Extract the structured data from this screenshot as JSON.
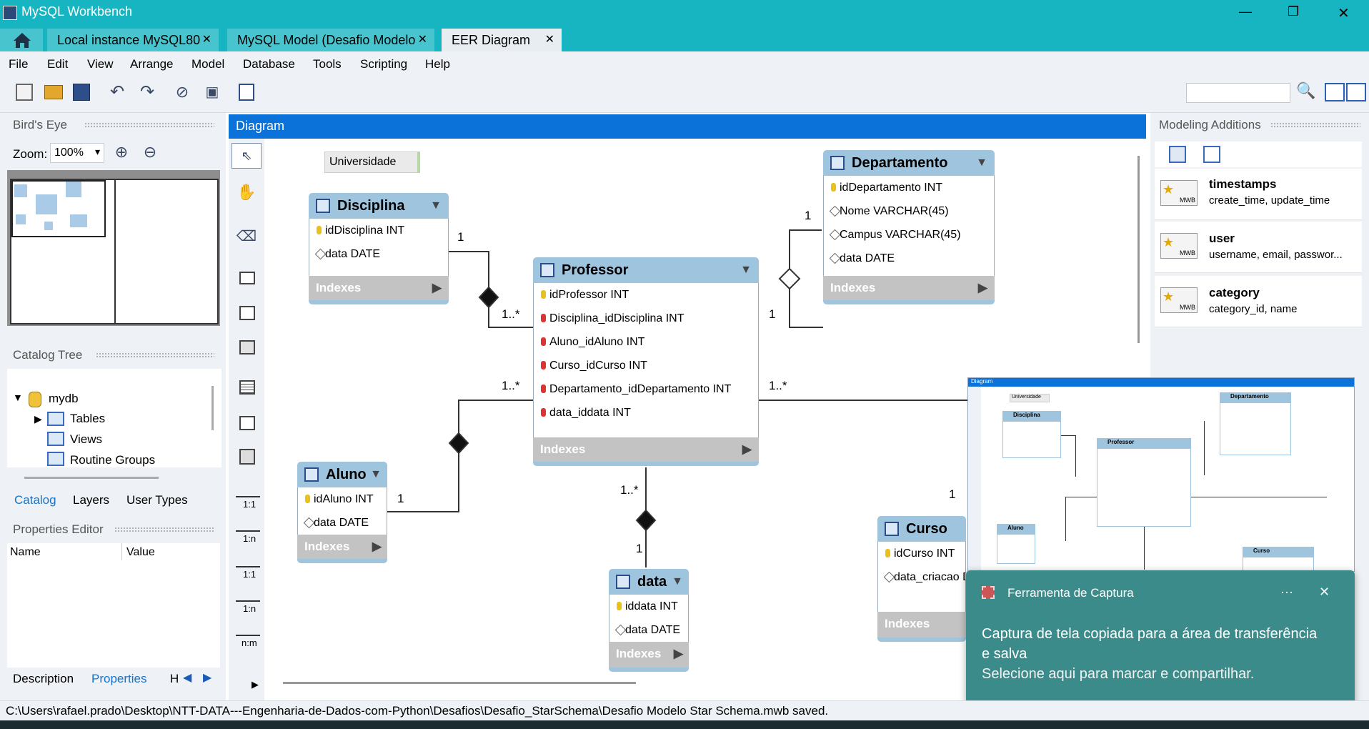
{
  "window": {
    "title": "MySQL Workbench",
    "minimize": "—",
    "restore": "❐",
    "close": "✕"
  },
  "tabs": [
    {
      "label": "Local instance MySQL80"
    },
    {
      "label": "MySQL Model (Desafio Modelo St..."
    },
    {
      "label": "EER Diagram"
    }
  ],
  "tab_close": "✕",
  "menu": [
    "File",
    "Edit",
    "View",
    "Arrange",
    "Model",
    "Database",
    "Tools",
    "Scripting",
    "Help"
  ],
  "birds_eye": {
    "title": "Bird's Eye",
    "zoom_label": "Zoom:",
    "zoom_value": "100%"
  },
  "catalog": {
    "title": "Catalog Tree",
    "db": "mydb",
    "items": [
      "Tables",
      "Views",
      "Routine Groups"
    ],
    "tabs": [
      "Catalog",
      "Layers",
      "User Types"
    ]
  },
  "properties": {
    "title": "Properties Editor",
    "col_name": "Name",
    "col_value": "Value",
    "tabs": [
      "Description",
      "Properties",
      "H"
    ]
  },
  "diagram": {
    "title": "Diagram",
    "layer": "Universidade"
  },
  "indexes_label": "Indexes",
  "tables": {
    "disciplina": {
      "name": "Disciplina",
      "cols": [
        "idDisciplina INT",
        "data DATE"
      ]
    },
    "professor": {
      "name": "Professor",
      "cols": [
        "idProfessor INT",
        "Disciplina_idDisciplina INT",
        "Aluno_idAluno INT",
        "Curso_idCurso INT",
        "Departamento_idDepartamento INT",
        "data_iddata INT"
      ]
    },
    "departamento": {
      "name": "Departamento",
      "cols": [
        "idDepartamento INT",
        "Nome VARCHAR(45)",
        "Campus VARCHAR(45)",
        "data DATE"
      ]
    },
    "aluno": {
      "name": "Aluno",
      "cols": [
        "idAluno INT",
        "data DATE"
      ]
    },
    "data": {
      "name": "data",
      "cols": [
        "iddata INT",
        "data DATE"
      ]
    },
    "curso": {
      "name": "Curso",
      "cols": [
        "idCurso INT",
        "data_criacao D"
      ]
    }
  },
  "rel_labels": {
    "disc_one": "1",
    "disc_many": "1..*",
    "dep_one": "1",
    "dep_one_prof": "1",
    "aluno_many": "1..*",
    "aluno_one": "1",
    "curso_many": "1..*",
    "curso_one": "1",
    "data_many": "1..*",
    "data_one": "1"
  },
  "tool_labels": [
    "1:1",
    "1:n",
    "1:1",
    "1:n",
    "n:m"
  ],
  "modeling": {
    "title": "Modeling Additions",
    "items": [
      {
        "title": "timestamps",
        "sub": "create_time, update_time"
      },
      {
        "title": "user",
        "sub": "username, email, passwor..."
      },
      {
        "title": "category",
        "sub": "category_id, name"
      }
    ],
    "stamp_text": "MWB"
  },
  "notification": {
    "app": "Ferramenta de Captura",
    "more": "···",
    "close": "✕",
    "line1": "Captura de tela copiada para a área de transferência",
    "line2": "e salva",
    "line3": "Selecione aqui para marcar e compartilhar."
  },
  "thumb": {
    "title": "Diagram",
    "layer": "Universidade",
    "labels": [
      "Disciplina",
      "Professor",
      "Departamento",
      "Aluno",
      "Curso"
    ]
  },
  "status": "C:\\Users\\rafael.prado\\Desktop\\NTT-DATA---Engenharia-de-Dados-com-Python\\Desafios\\Desafio_StarSchema\\Desafio Modelo Star Schema.mwb saved.",
  "colors": {
    "accent": "#17b5c2",
    "header": "#0a72d8",
    "table_header": "#9fc4dd",
    "toast": "#3c8b8b"
  }
}
